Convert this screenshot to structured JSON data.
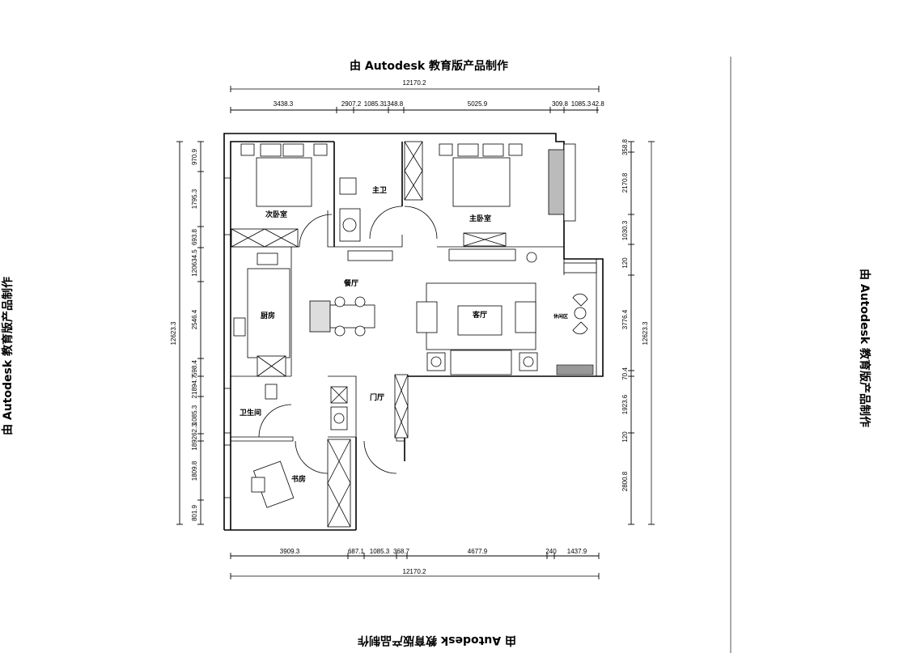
{
  "watermark": "由 Autodesk 教育版产品制作",
  "dimensions": {
    "top_total": "12170.2",
    "top_segments": [
      "3438.3",
      "2907.2",
      "1085.3",
      "1348.8",
      "5025.9",
      "309.8",
      "1085.3",
      "42.8"
    ],
    "bottom_total": "12170.2",
    "bottom_segments": [
      "3909.3",
      "687.1",
      "1085.3",
      "368.7",
      "4677.9",
      "240",
      "1437.9"
    ],
    "left_total": "12623.3",
    "left_segments": [
      "970.9",
      "1795.3",
      "693.8",
      "120634.5",
      "2546.4",
      "598.4",
      "21894.7",
      "1085.3",
      "189262.3",
      "1809.8",
      "801.9"
    ],
    "right_total": "12623.3",
    "right_segments": [
      "358.8",
      "2170.8",
      "1030.3",
      "120",
      "3776.4",
      "70.4",
      "1923.6",
      "120",
      "2800.8"
    ]
  },
  "rooms": {
    "second_bedroom": "次卧室",
    "master_bath": "主卫",
    "master_bedroom": "主卧室",
    "kitchen": "厨房",
    "dining": "餐厅",
    "living": "客厅",
    "foyer": "门厅",
    "bathroom": "卫生间",
    "study": "书房",
    "leisure": "休闲区"
  }
}
